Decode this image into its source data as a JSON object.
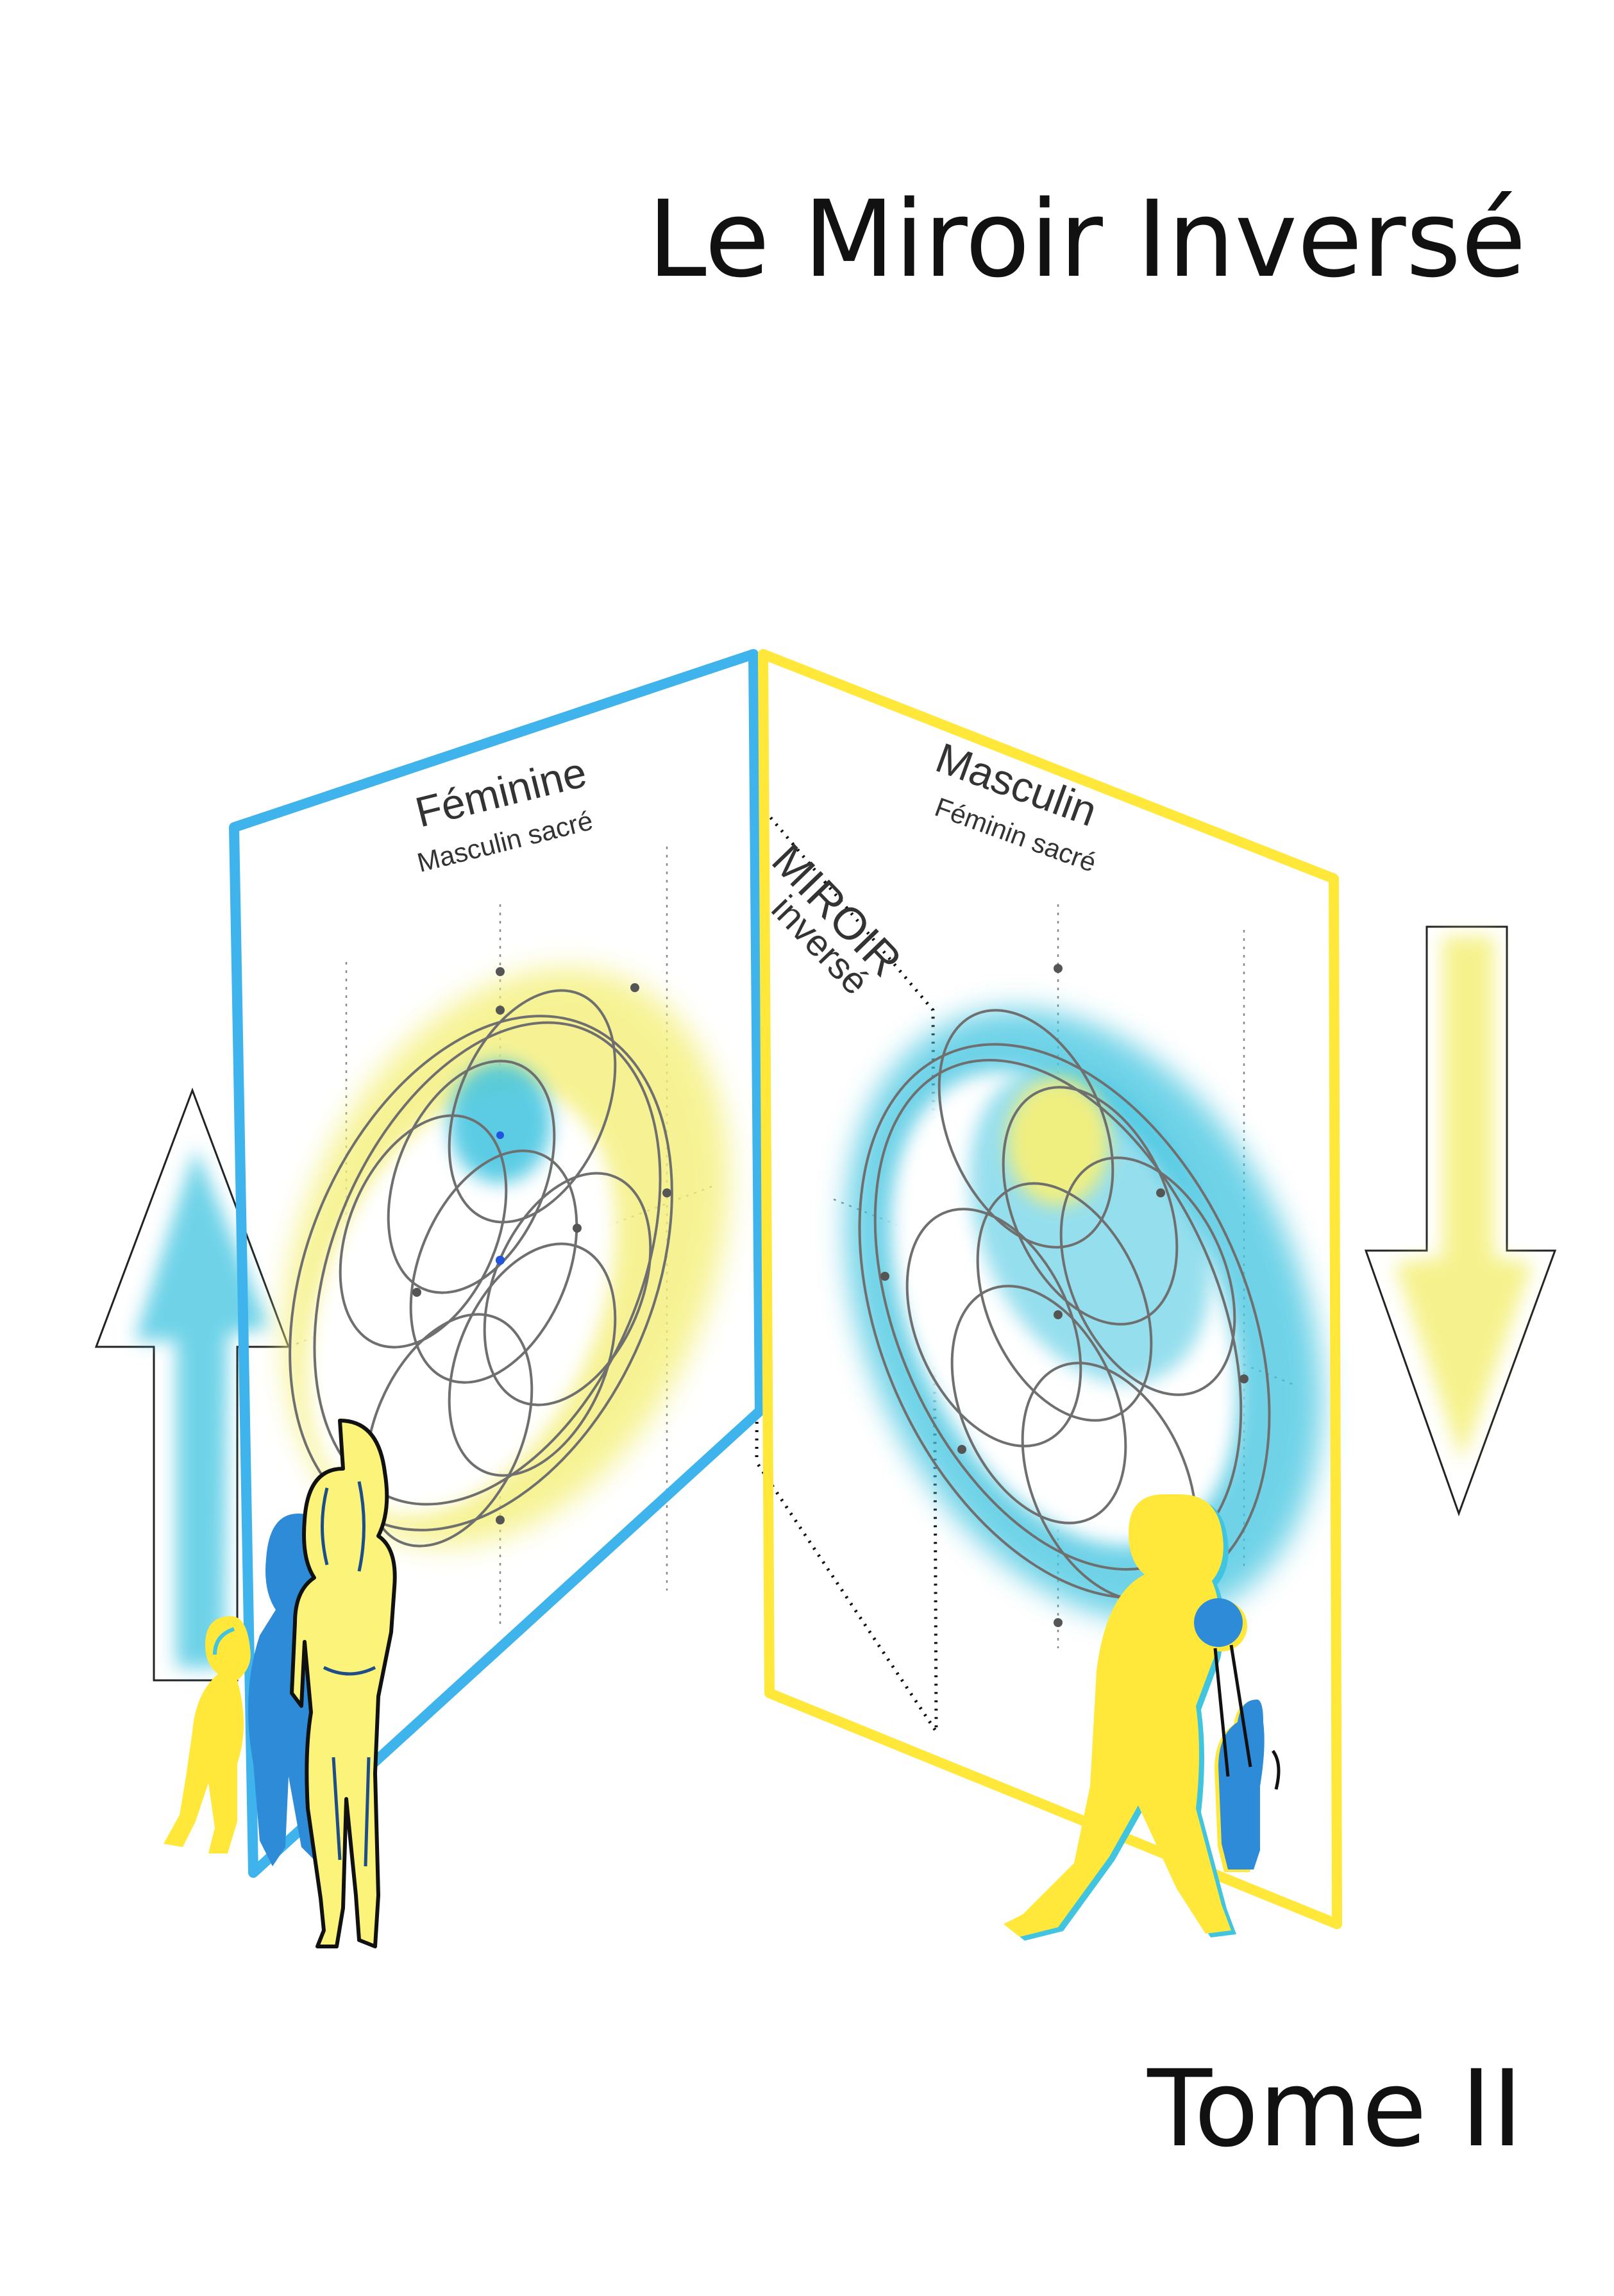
{
  "book": {
    "title": "Le Miroir Inversé",
    "volume": "Tome II"
  },
  "left_panel": {
    "heading": "Féminine",
    "subheading": "Masculin sacré",
    "frame_color": "#3fb4ec",
    "wash_color": "#f4f07a",
    "center_color": "#41c4e0"
  },
  "right_panel": {
    "heading": "Masculin",
    "subheading": "Féminin sacré",
    "frame_color": "#ffe83a",
    "wash_color": "#41c4e0",
    "center_color": "#f4f07a"
  },
  "mirror_label": {
    "line1": "MIROIR",
    "line2": "inversé"
  },
  "arrows": {
    "left": {
      "direction": "up",
      "fill": "#41c4e0"
    },
    "right": {
      "direction": "down",
      "fill": "#f4f07a"
    }
  }
}
